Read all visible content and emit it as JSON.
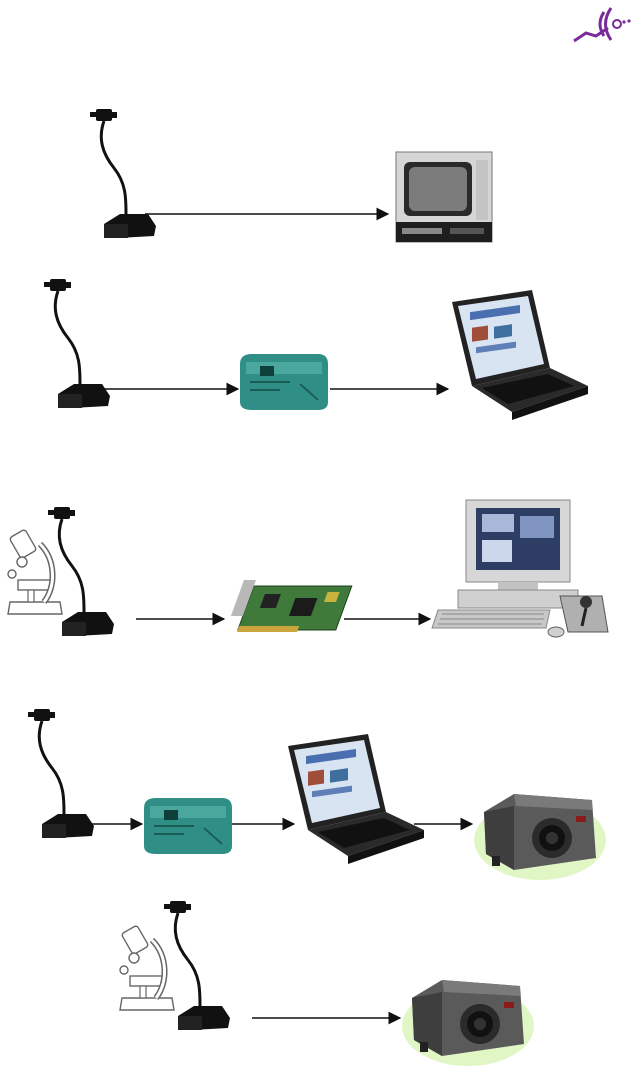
{
  "colors": {
    "logo": "#7a2a9a",
    "camera": "#111111",
    "arrow": "#111111",
    "capture_box": "#2f8f86",
    "projector": "#5a5a5a",
    "glow": "#a8e65a"
  },
  "icons": [
    "logo-icon",
    "document-camera-icon",
    "tv-monitor-icon",
    "usb-capture-box-icon",
    "laptop-icon",
    "microscope-icon",
    "capture-card-icon",
    "desktop-computer-icon",
    "projector-icon"
  ],
  "rows": [
    {
      "name": "camera-to-tv",
      "devices": [
        "document-camera",
        "tv-monitor"
      ]
    },
    {
      "name": "camera-to-laptop",
      "devices": [
        "document-camera",
        "usb-capture-box",
        "laptop"
      ]
    },
    {
      "name": "microscope-to-desktop",
      "devices": [
        "microscope",
        "document-camera",
        "capture-card",
        "desktop-computer"
      ]
    },
    {
      "name": "camera-to-projector-via-laptop",
      "devices": [
        "document-camera",
        "usb-capture-box",
        "laptop",
        "projector"
      ]
    },
    {
      "name": "microscope-to-projector",
      "devices": [
        "microscope",
        "document-camera",
        "projector"
      ]
    }
  ]
}
